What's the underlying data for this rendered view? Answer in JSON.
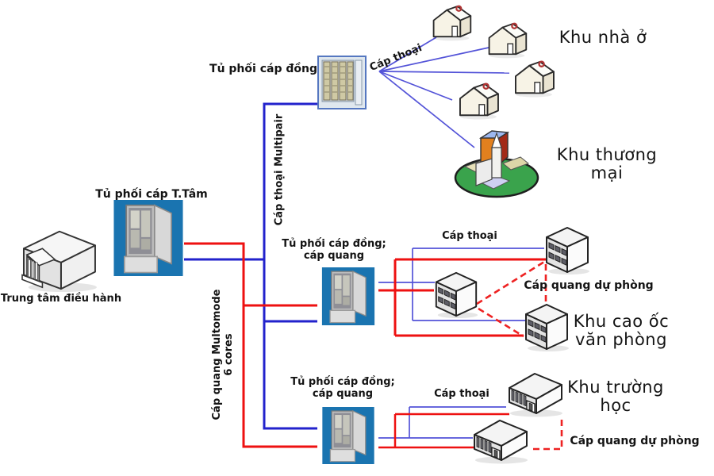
{
  "colors": {
    "background": "#ffffff",
    "voice_cable_blue": "#2222cc",
    "voice_drop_blue": "#5353d8",
    "fiber_cable_red": "#ee1111",
    "backup_dashed_red": "#ee2222",
    "cabinet_background": "#1a74b0",
    "commercial_ground_green": "#3aa34c"
  },
  "nodes": {
    "control_center": {
      "label": "Trung tâm điều hành"
    },
    "central_cabinet": {
      "label": "Tủ phối cáp T.Tâm"
    },
    "top_copper_cabinet": {
      "label": "Tủ phối cáp đồng"
    },
    "mid_cabinet": {
      "label_line1": "Tủ phối cáp đồng;",
      "label_line2": "cáp quang"
    },
    "bottom_cabinet": {
      "label_line1": "Tủ phối cáp đồng;",
      "label_line2": "cáp quang"
    },
    "residential_area": {
      "label": "Khu nhà ở",
      "house_count": 4
    },
    "commercial_area": {
      "label_line1": "Khu thương",
      "label_line2": "mại"
    },
    "office_area": {
      "label_line1": "Khu cao ốc",
      "label_line2": "văn phòng"
    },
    "school_area": {
      "label_line1": "Khu trường",
      "label_line2": "học"
    }
  },
  "cables": {
    "voice_top": "Cáp thoại",
    "voice_multipair": "Cáp thoại Multipair",
    "fiber_multimode_line1": "Cáp quang Multomode",
    "fiber_multimode_line2": "6 cores",
    "voice_mid": "Cáp thoại",
    "fiber_backup_mid": "Cáp quang dự phòng",
    "voice_bottom": "Cáp thoại",
    "fiber_backup_bottom": "Cáp quang dự phòng"
  }
}
